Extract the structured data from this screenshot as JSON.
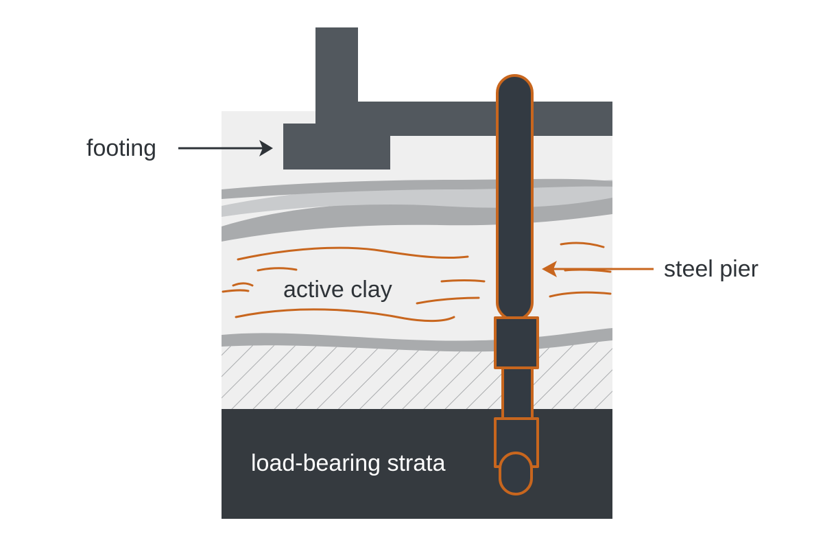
{
  "labels": {
    "footing": "footing",
    "active_clay": "active clay",
    "steel_pier": "steel pier",
    "strata": "load-bearing strata"
  },
  "colors": {
    "background": "#ffffff",
    "soil_light": "#efefef",
    "band_gray": "#a9abad",
    "band_light": "#c9cbcd",
    "structure_dark": "#52585e",
    "strata_dark": "#353a3f",
    "pier_fill": "#333a42",
    "accent_orange": "#c8661e",
    "label_text": "#2e3338",
    "label_on_dark": "#ffffff"
  },
  "icons": {
    "footing_arrow": "arrow-right-icon",
    "pier_arrow": "arrow-left-icon"
  }
}
